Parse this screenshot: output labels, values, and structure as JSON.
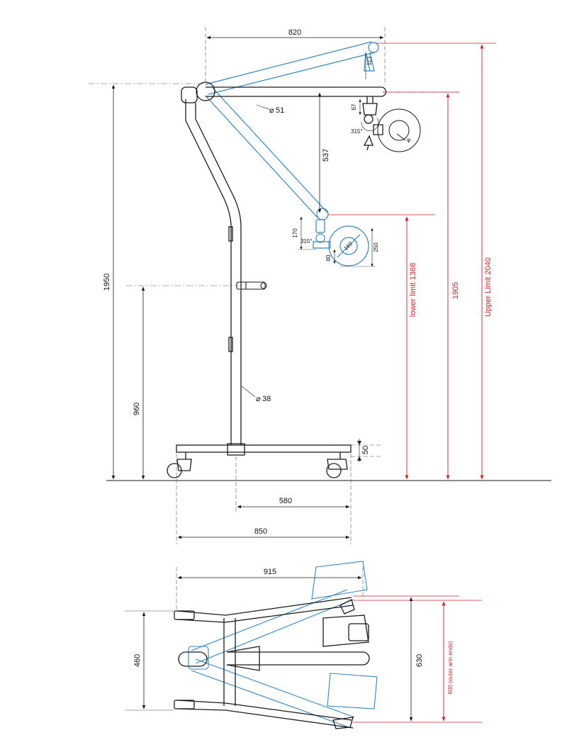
{
  "colors": {
    "ink": "#1a1a1a",
    "extension_lines": "#555555",
    "arm_positions": "#2f86c8",
    "limits": "#d4202a"
  },
  "side_view": {
    "dims": {
      "arm_reach": "820",
      "arm_tube_dia": "51",
      "column_dia": "38",
      "arm_drop": "537",
      "head_offset_upper": "113",
      "head_offset_mid": "67",
      "rotation_upper": "315°",
      "rotation_lower": "315°",
      "head_height": "170",
      "head_ring": "250",
      "head_ring_inner": "80",
      "lamp_dia": "160",
      "lamp_dia_upper": "φ",
      "total_height": "1950",
      "clamp_height": "960",
      "base_thickness": "50",
      "base_to_column": "580",
      "base_width": "850"
    },
    "limits": {
      "lower": "lower limit 1368",
      "middle": "1905",
      "upper": "Upper Limit 2040"
    }
  },
  "top_view": {
    "dims": {
      "overall_length": "915",
      "leg_spread": "460",
      "arm_span": "630",
      "outer_arm_ends": "600 (outer arm ends)"
    }
  }
}
